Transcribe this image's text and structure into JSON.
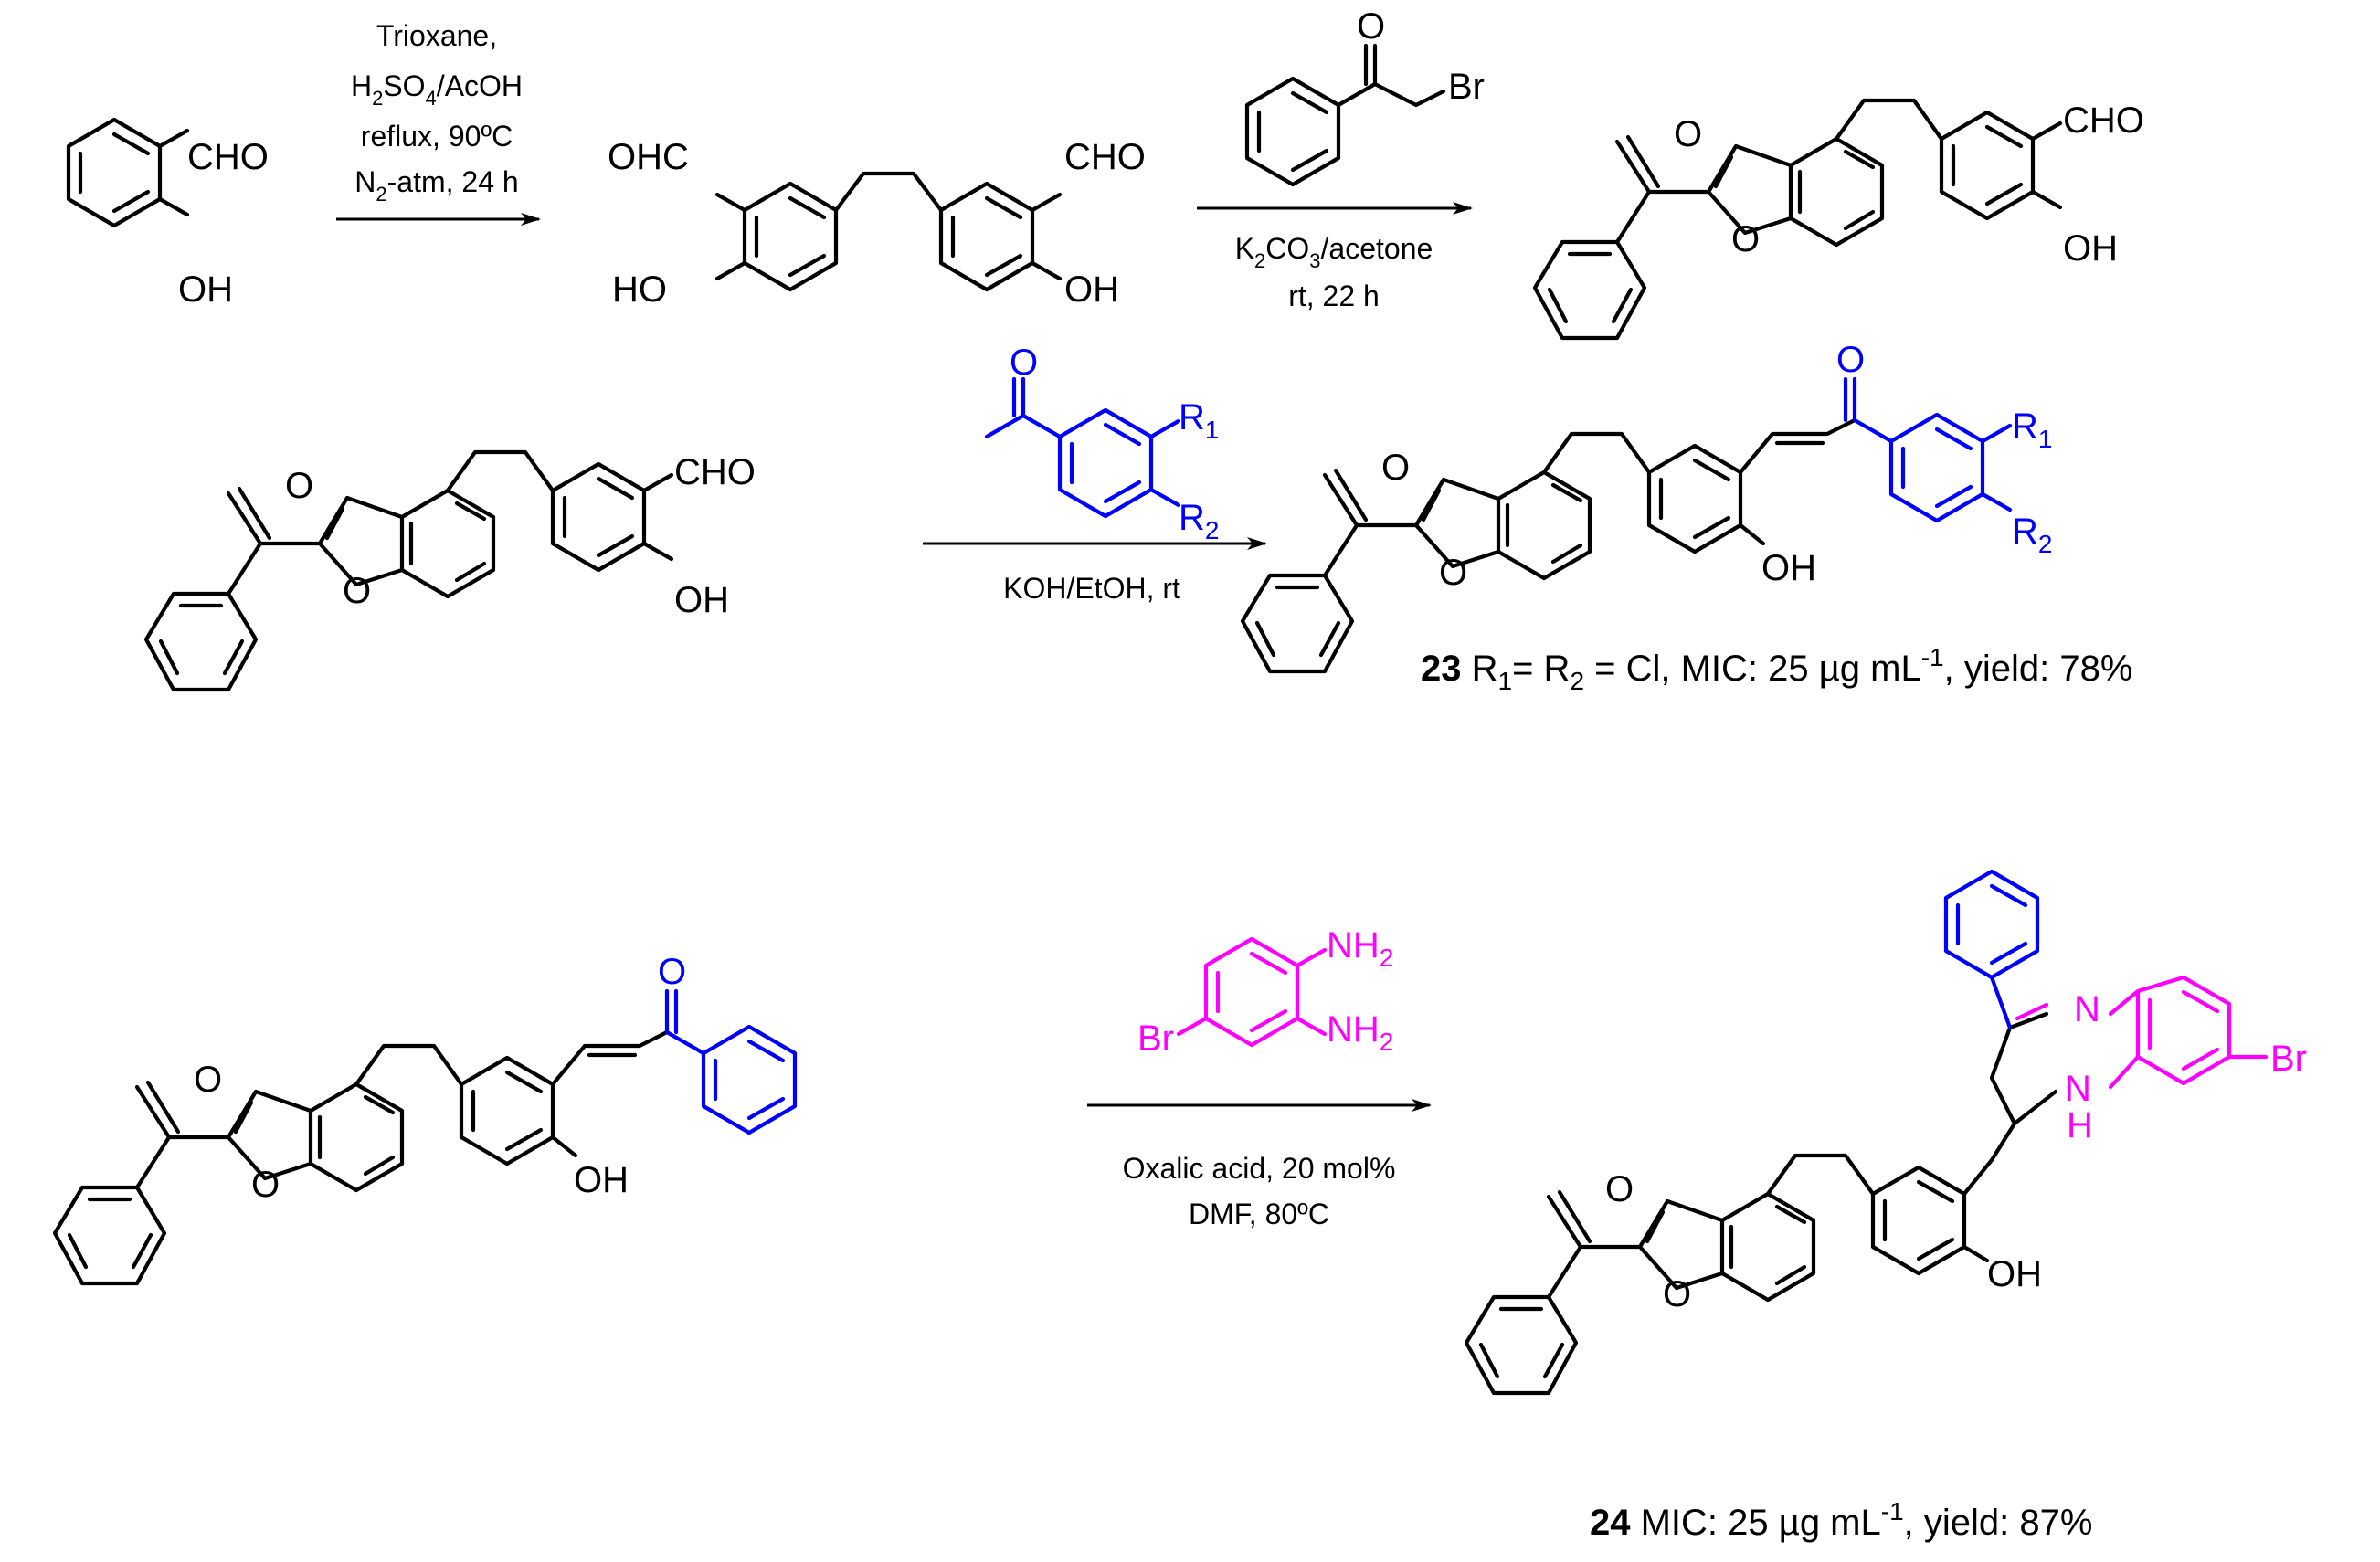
{
  "colors": {
    "black": "#000000",
    "blue": "#0000ff",
    "magenta": "#ff00ff"
  },
  "labels": {
    "cho": "CHO",
    "ohc": "OHC",
    "oh": "OH",
    "ho": "HO",
    "o": "O",
    "br": "Br",
    "n": "N",
    "h": "H",
    "nh": "NH",
    "r": "R",
    "sub1": "1",
    "sub2": "2"
  },
  "step1": {
    "line1": "Trioxane,",
    "line2_a": "H",
    "line2_b": "2",
    "line2_c": "SO",
    "line2_d": "4",
    "line2_e": "/AcOH",
    "line3": "reflux, 90ºC",
    "line4_a": "N",
    "line4_b": "2",
    "line4_c": "-atm, 24 h"
  },
  "step2": {
    "line1_a": "K",
    "line1_b": "2",
    "line1_c": "CO",
    "line1_d": "3",
    "line1_e": "/acetone",
    "line2": "rt, 22 h"
  },
  "step3": {
    "line1": "KOH/EtOH, rt"
  },
  "step4": {
    "line1": "Oxalic acid, 20 mol%",
    "line2": "DMF, 80ºC"
  },
  "compound23": {
    "number": "23",
    "t_r1": " R",
    "t_s1": "1",
    "t_eq": "= R",
    "t_s2": "2",
    "t_rest": " = Cl, MIC:   25 µg mL",
    "t_exp": "-1",
    "t_yield": ", yield: 78%"
  },
  "compound24": {
    "number": "24",
    "t_rest": "  MIC:   25 µg mL",
    "t_exp": "-1",
    "t_yield": ", yield: 87%"
  }
}
